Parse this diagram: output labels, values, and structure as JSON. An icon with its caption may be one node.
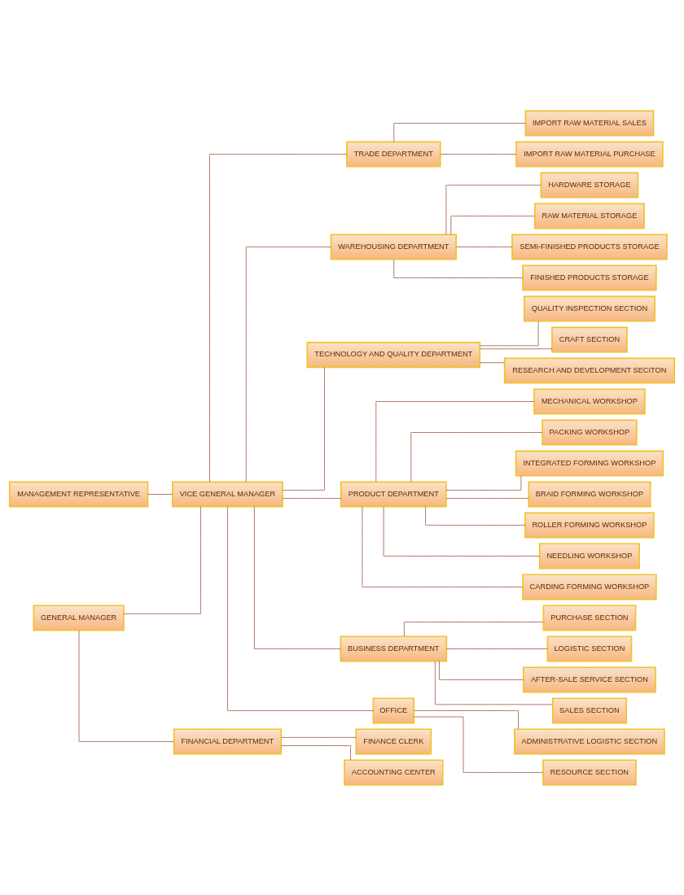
{
  "diagram": {
    "nodes": [
      {
        "text": [
          "GENERAL MANAGER"
        ]
      },
      {
        "text": [
          "MANAGEMENT REPRESENTATIVE"
        ]
      },
      {
        "text": [
          "VICE GENERAL MANAGER"
        ]
      },
      {
        "text": [
          "FINANCIAL DEPARTMENT"
        ]
      },
      {
        "text": [
          "FINANCE CLERK"
        ]
      },
      {
        "text": [
          "ACCOUNTING CENTER"
        ]
      },
      {
        "text": [
          "TRADE DEPARTMENT"
        ]
      },
      {
        "text": [
          "IMPORT RAW MATERIAL SALES"
        ]
      },
      {
        "text": [
          "IMPORT RAW MATERIAL PURCHASE"
        ]
      },
      {
        "text": [
          "WAREHOUSING DEPARTMENT"
        ]
      },
      {
        "text": [
          "HARDWARE STORAGE"
        ]
      },
      {
        "text": [
          "RAW MATERIAL STORAGE"
        ]
      },
      {
        "text": [
          "SEMI-FINISHED PRODUCTS STORAGE"
        ]
      },
      {
        "text": [
          "FINISHED PRODUCTS STORAGE"
        ]
      },
      {
        "text": [
          "TECHNOLOGY AND QUALITY DEPARTMENT"
        ]
      },
      {
        "text": [
          "QUALITY INSPECTION SECTION"
        ]
      },
      {
        "text": [
          "CRAFT SECTION"
        ]
      },
      {
        "text": [
          "RESEARCH AND DEVELOPMENT SECITON"
        ]
      },
      {
        "text": [
          "PRODUCT DEPARTMENT"
        ]
      },
      {
        "text": [
          "MECHANICAL WORKSHOP"
        ]
      },
      {
        "text": [
          "PACKING WORKSHOP"
        ]
      },
      {
        "text": [
          "INTEGRATED FORMING WORKSHOP"
        ]
      },
      {
        "text": [
          "BRAID FORMING WORKSHOP"
        ]
      },
      {
        "text": [
          "ROLLER FORMING WORKSHOP"
        ]
      },
      {
        "text": [
          "NEEDLING WORKSHOP"
        ]
      },
      {
        "text": [
          "CARDING FORMING WORKSHOP"
        ]
      },
      {
        "text": [
          "BUSINESS DEPARTMENT"
        ]
      },
      {
        "text": [
          "PURCHASE SECTION"
        ]
      },
      {
        "text": [
          "LOGISTIC SECTION"
        ]
      },
      {
        "text": [
          "AFTER-SALE SERVICE SECTION"
        ]
      },
      {
        "text": [
          "SALES SECTION"
        ]
      },
      {
        "text": [
          "OFFICE"
        ]
      },
      {
        "text": [
          "ADMINISTRATIVE LOGISTIC SECTION"
        ]
      },
      {
        "text": [
          "RESOURCE SECTION"
        ]
      }
    ],
    "edges": [
      {
        "from": 0,
        "to": 3,
        "arrow": "none"
      },
      {
        "from": 0,
        "to": 2,
        "arrow": "none"
      },
      {
        "from": 1,
        "to": 2,
        "arrow": "none"
      },
      {
        "from": 3,
        "to": 4,
        "arrow": "none"
      },
      {
        "from": 3,
        "to": 5,
        "arrow": "none"
      },
      {
        "from": 2,
        "to": 6,
        "arrow": "none"
      },
      {
        "from": 2,
        "to": 9,
        "arrow": "none"
      },
      {
        "from": 2,
        "to": 14,
        "arrow": "none"
      },
      {
        "from": 2,
        "to": 18,
        "arrow": "none"
      },
      {
        "from": 2,
        "to": 26,
        "arrow": "none"
      },
      {
        "from": 2,
        "to": 31,
        "arrow": "none"
      },
      {
        "from": 6,
        "to": 7,
        "arrow": "none"
      },
      {
        "from": 6,
        "to": 8,
        "arrow": "none"
      },
      {
        "from": 9,
        "to": 10,
        "arrow": "none"
      },
      {
        "from": 9,
        "to": 11,
        "arrow": "none"
      },
      {
        "from": 9,
        "to": 12,
        "arrow": "none"
      },
      {
        "from": 9,
        "to": 13,
        "arrow": "none"
      },
      {
        "from": 14,
        "to": 15,
        "arrow": "none"
      },
      {
        "from": 14,
        "to": 16,
        "arrow": "none"
      },
      {
        "from": 14,
        "to": 17,
        "arrow": "none"
      },
      {
        "from": 18,
        "to": 19,
        "arrow": "none"
      },
      {
        "from": 18,
        "to": 20,
        "arrow": "none"
      },
      {
        "from": 18,
        "to": 21,
        "arrow": "none"
      },
      {
        "from": 18,
        "to": 22,
        "arrow": "none"
      },
      {
        "from": 18,
        "to": 23,
        "arrow": "none"
      },
      {
        "from": 18,
        "to": 24,
        "arrow": "none"
      },
      {
        "from": 18,
        "to": 25,
        "arrow": "none"
      },
      {
        "from": 26,
        "to": 27,
        "arrow": "none"
      },
      {
        "from": 26,
        "to": 28,
        "arrow": "none"
      },
      {
        "from": 26,
        "to": 29,
        "arrow": "none"
      },
      {
        "from": 26,
        "to": 30,
        "arrow": "none"
      },
      {
        "from": 31,
        "to": 32,
        "arrow": "none"
      },
      {
        "from": 31,
        "to": 33,
        "arrow": "none"
      }
    ]
  }
}
